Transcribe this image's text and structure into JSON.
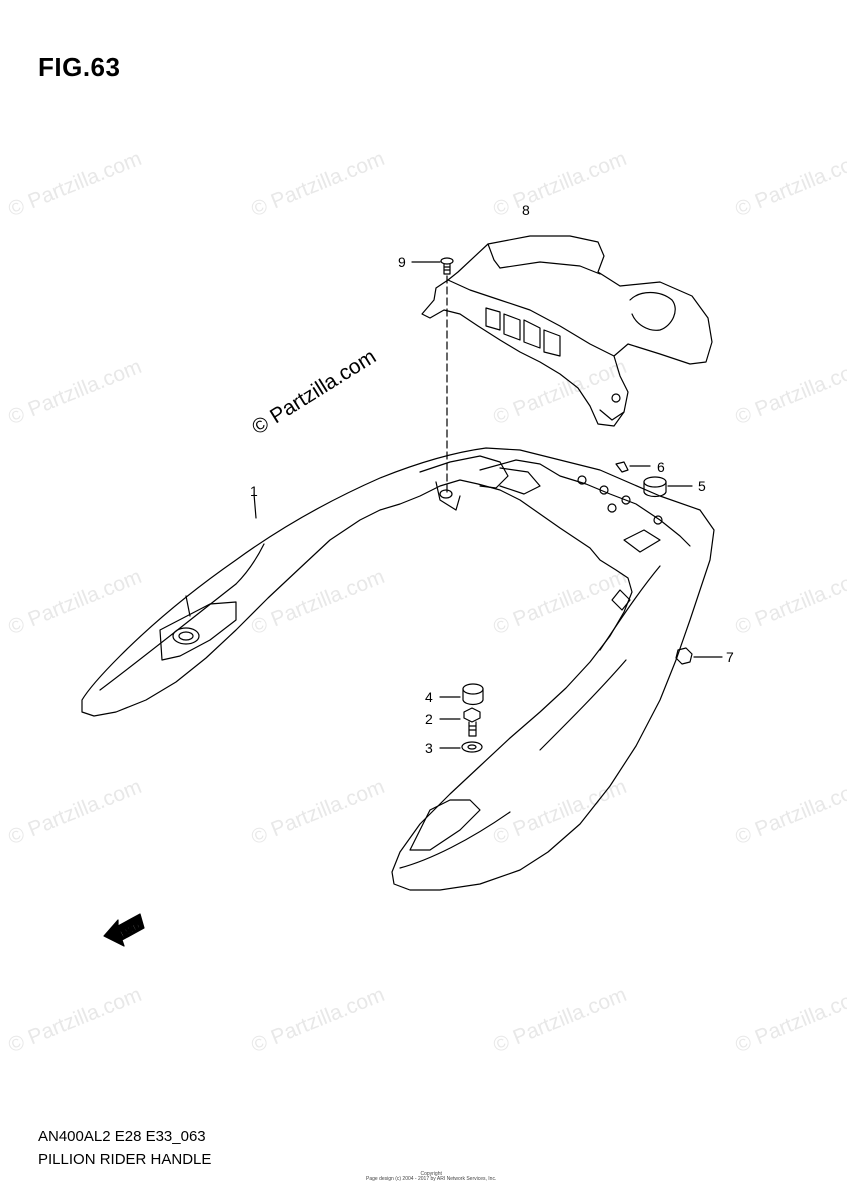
{
  "figure": {
    "title": "FIG.63",
    "code": "AN400AL2 E28 E33_063",
    "caption": "PILLION RIDER HANDLE"
  },
  "watermark_text": "© Partzilla.com",
  "callouts": {
    "c1": "1",
    "c2": "2",
    "c3": "3",
    "c4": "4",
    "c5": "5",
    "c6": "6",
    "c7": "7",
    "c8": "8",
    "c9": "9"
  },
  "fwd_label": "FWD",
  "footer": {
    "line1": "Copyright",
    "line2": "Page design (c) 2004 - 2017 by ARI Network Services, Inc."
  },
  "colors": {
    "line": "#000000",
    "watermark": "#e8e8e8"
  }
}
